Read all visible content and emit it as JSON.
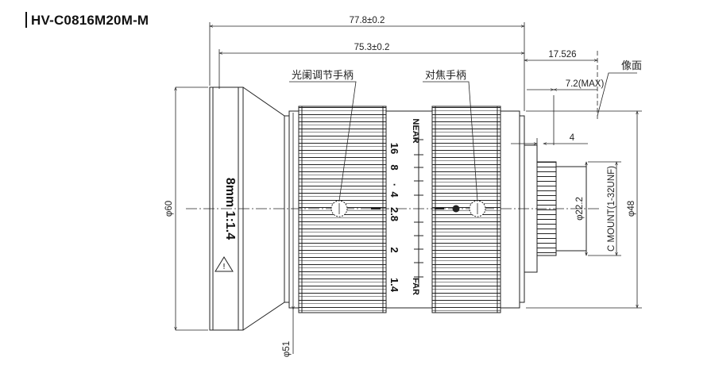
{
  "title": "HV-C0816M20M-M",
  "labels": {
    "overall_length": "77.8±0.2",
    "body_length": "75.3±0.2",
    "flange_back": "17.526",
    "image_plane": "像面",
    "max_protrusion": "7.2(MAX)",
    "mount_depth": "4",
    "iris_handle": "光阑调节手柄",
    "focus_handle": "对焦手柄",
    "front_diameter": "φ60",
    "ring_diameter": "φ51",
    "thread_diameter": "φ22.2",
    "mount_thread": "C MOUNT(1-32UNF)",
    "mount_diameter": "φ48",
    "lens_marking": "8mm 1:1.4",
    "focus_near": "NEAR",
    "focus_far": "FAR"
  },
  "aperture_scale": [
    "16",
    "8",
    "4",
    "2.8",
    "2",
    "1.4"
  ],
  "colors": {
    "line": "#222222",
    "accent": "#111111"
  }
}
